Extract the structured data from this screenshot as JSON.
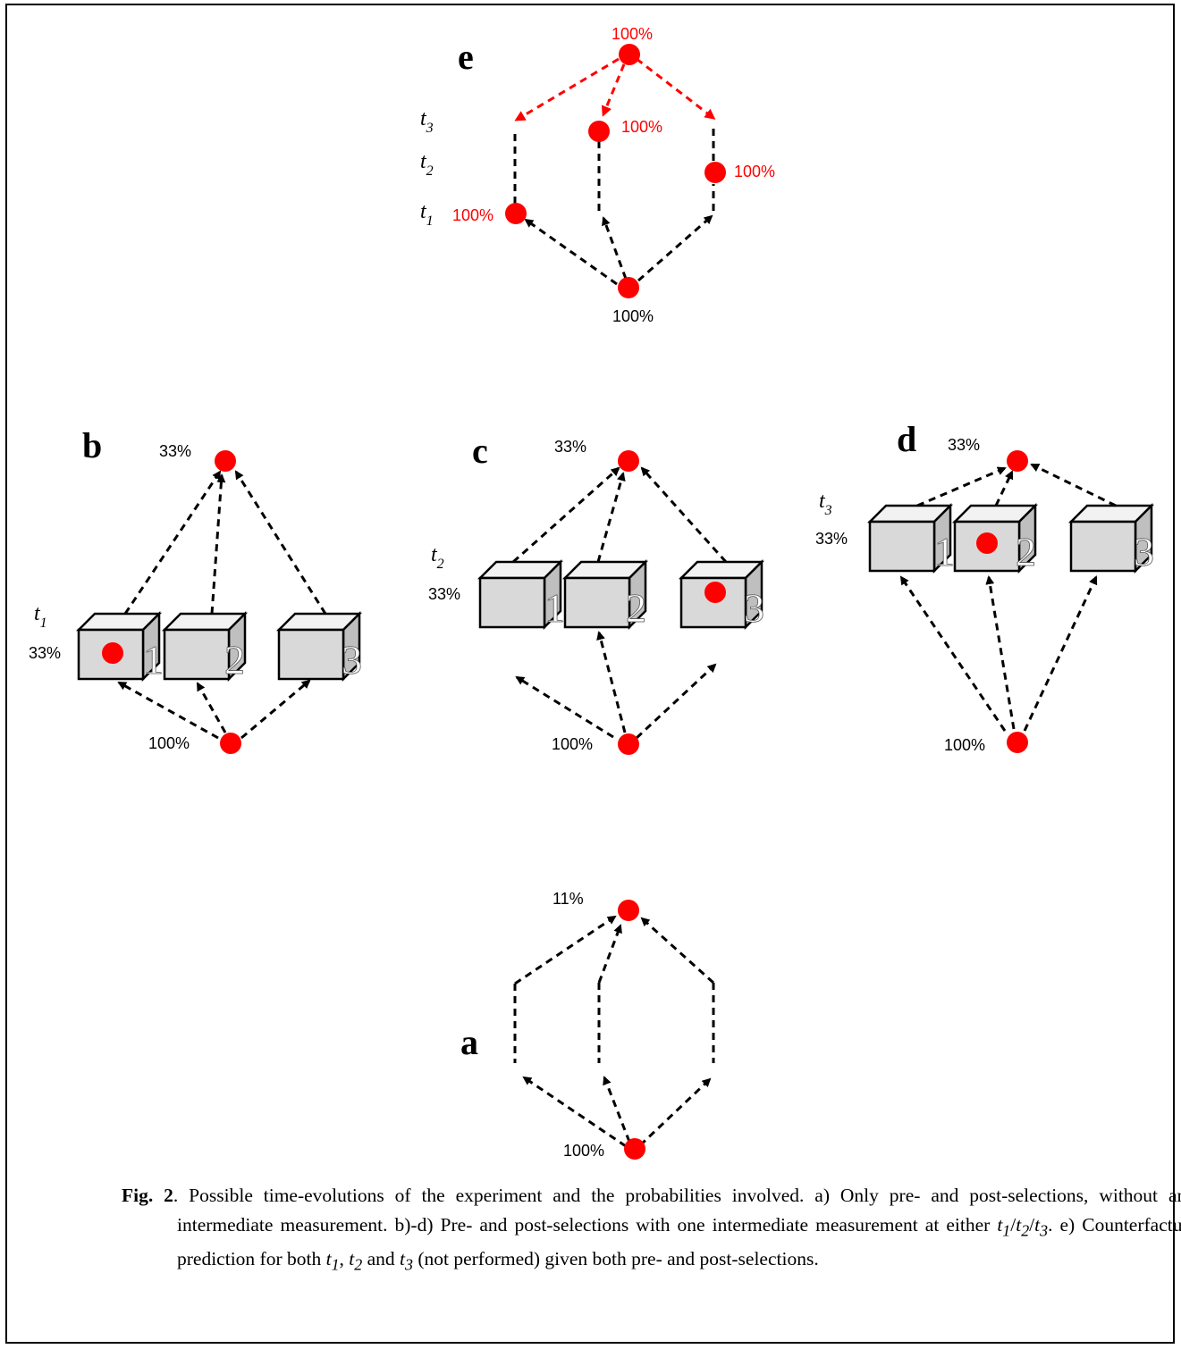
{
  "panels": {
    "e": {
      "letter": "e",
      "top_pct": "100%",
      "left_pct": "100%",
      "mid_pct": "100%",
      "right_pct": "100%",
      "bottom_pct": "100%",
      "t3": "t",
      "t3_sub": "3",
      "t2": "t",
      "t2_sub": "2",
      "t1": "t",
      "t1_sub": "1"
    },
    "b": {
      "letter": "b",
      "top_pct": "33%",
      "t_label": "t",
      "t_sub": "1",
      "box_pct": "33%",
      "bottom_pct": "100%",
      "box_numbers": [
        "1",
        "2",
        "3"
      ]
    },
    "c": {
      "letter": "c",
      "top_pct": "33%",
      "t_label": "t",
      "t_sub": "2",
      "box_pct": "33%",
      "bottom_pct": "100%",
      "box_numbers": [
        "1",
        "2",
        "3"
      ]
    },
    "d": {
      "letter": "d",
      "top_pct": "33%",
      "t_label": "t",
      "t_sub": "3",
      "box_pct": "33%",
      "bottom_pct": "100%",
      "box_numbers": [
        "1",
        "2",
        "3"
      ]
    },
    "a": {
      "letter": "a",
      "top_pct": "11%",
      "bottom_pct": "100%"
    }
  },
  "colors": {
    "particle": "#ff0000",
    "box_face": "#d9d9d9",
    "arrow": "#000000",
    "arrow_red": "#ff0000"
  },
  "caption": {
    "fig_label": "Fig. 2",
    "s1": ". Possible time-evolutions of the experiment and the probabilities involved. a) Only pre- and post-selections, without any intermediate measurement. b)-d) Pre- and post-selections with one intermediate measurement at either ",
    "t1": "t",
    "t1_sub": "1",
    "slash1": "/",
    "t2": "t",
    "t2_sub": "2",
    "slash2": "/",
    "t3": "t",
    "t3_sub": "3",
    "s2": ". e) Counterfactual prediction for both ",
    "c_t1": "t",
    "c_t1_sub": "1",
    "comma": ", ",
    "c_t2": "t",
    "c_t2_sub": "2",
    "and": " and ",
    "c_t3": "t",
    "c_t3_sub": "3",
    "s3": " (not performed) given both pre- and post-selections."
  }
}
